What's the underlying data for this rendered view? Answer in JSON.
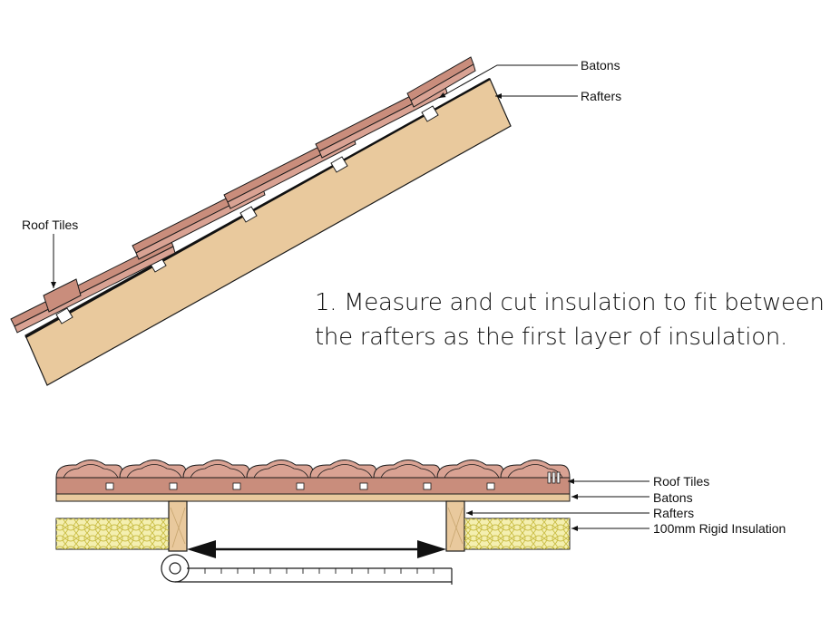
{
  "labels": {
    "top": {
      "roof_tiles": "Roof Tiles",
      "batons": "Batons",
      "rafters": "Rafters"
    },
    "bottom": {
      "roof_tiles": "Roof Tiles",
      "batons": "Batons",
      "rafters": "Rafters",
      "insulation": "100mm Rigid Insulation"
    }
  },
  "instruction": {
    "line1": "1. Measure and cut insulation to fit between",
    "line2": "the rafters as the first layer of insulation."
  },
  "colors": {
    "tile": "#c98d7c",
    "tile_light": "#e0b4a6",
    "timber": "#e9c99d",
    "insulation": "#f4efb0",
    "insulation_line": "#c2b63a",
    "outline": "#1a1a1a"
  }
}
